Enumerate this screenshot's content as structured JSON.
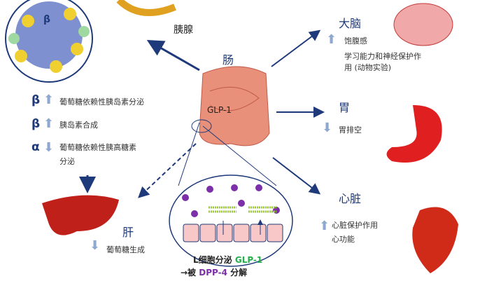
{
  "center": {
    "organ": "肠",
    "hormone": "GLP-1"
  },
  "pancreas": {
    "label": "胰腺",
    "beta_symbol": "β",
    "effects": [
      {
        "symbol": "β",
        "direction": "up",
        "text": "葡萄糖依赖性胰岛素分泌"
      },
      {
        "symbol": "β",
        "direction": "up",
        "text": "胰岛素合成"
      },
      {
        "symbol": "α",
        "direction": "down",
        "text": "葡萄糖依赖性胰高糖素",
        "text2": "分泌"
      }
    ]
  },
  "liver": {
    "label": "肝",
    "effect": "葡萄糖生成",
    "direction": "down"
  },
  "brain": {
    "label": "大脑",
    "effect1": "饱腹感",
    "effect2": "学习能力和神经保护作",
    "effect3": "用 (动物实验)",
    "direction": "up"
  },
  "stomach": {
    "label": "胃",
    "effect": "胃排空",
    "direction": "down"
  },
  "heart": {
    "label": "心脏",
    "effect1": "心脏保护作用",
    "effect2": "心功能",
    "direction": "up"
  },
  "caption": {
    "line1_prefix": "L细胞分泌",
    "line1_glp": "GLP-1",
    "line2_prefix": "→被",
    "line2_dpp": "DPP-4",
    "line2_suffix": "分解"
  },
  "colors": {
    "navy": "#1f3a7a",
    "arrow": "#8fa8d0",
    "green": "#22b04b",
    "purple": "#7b2fa8"
  }
}
